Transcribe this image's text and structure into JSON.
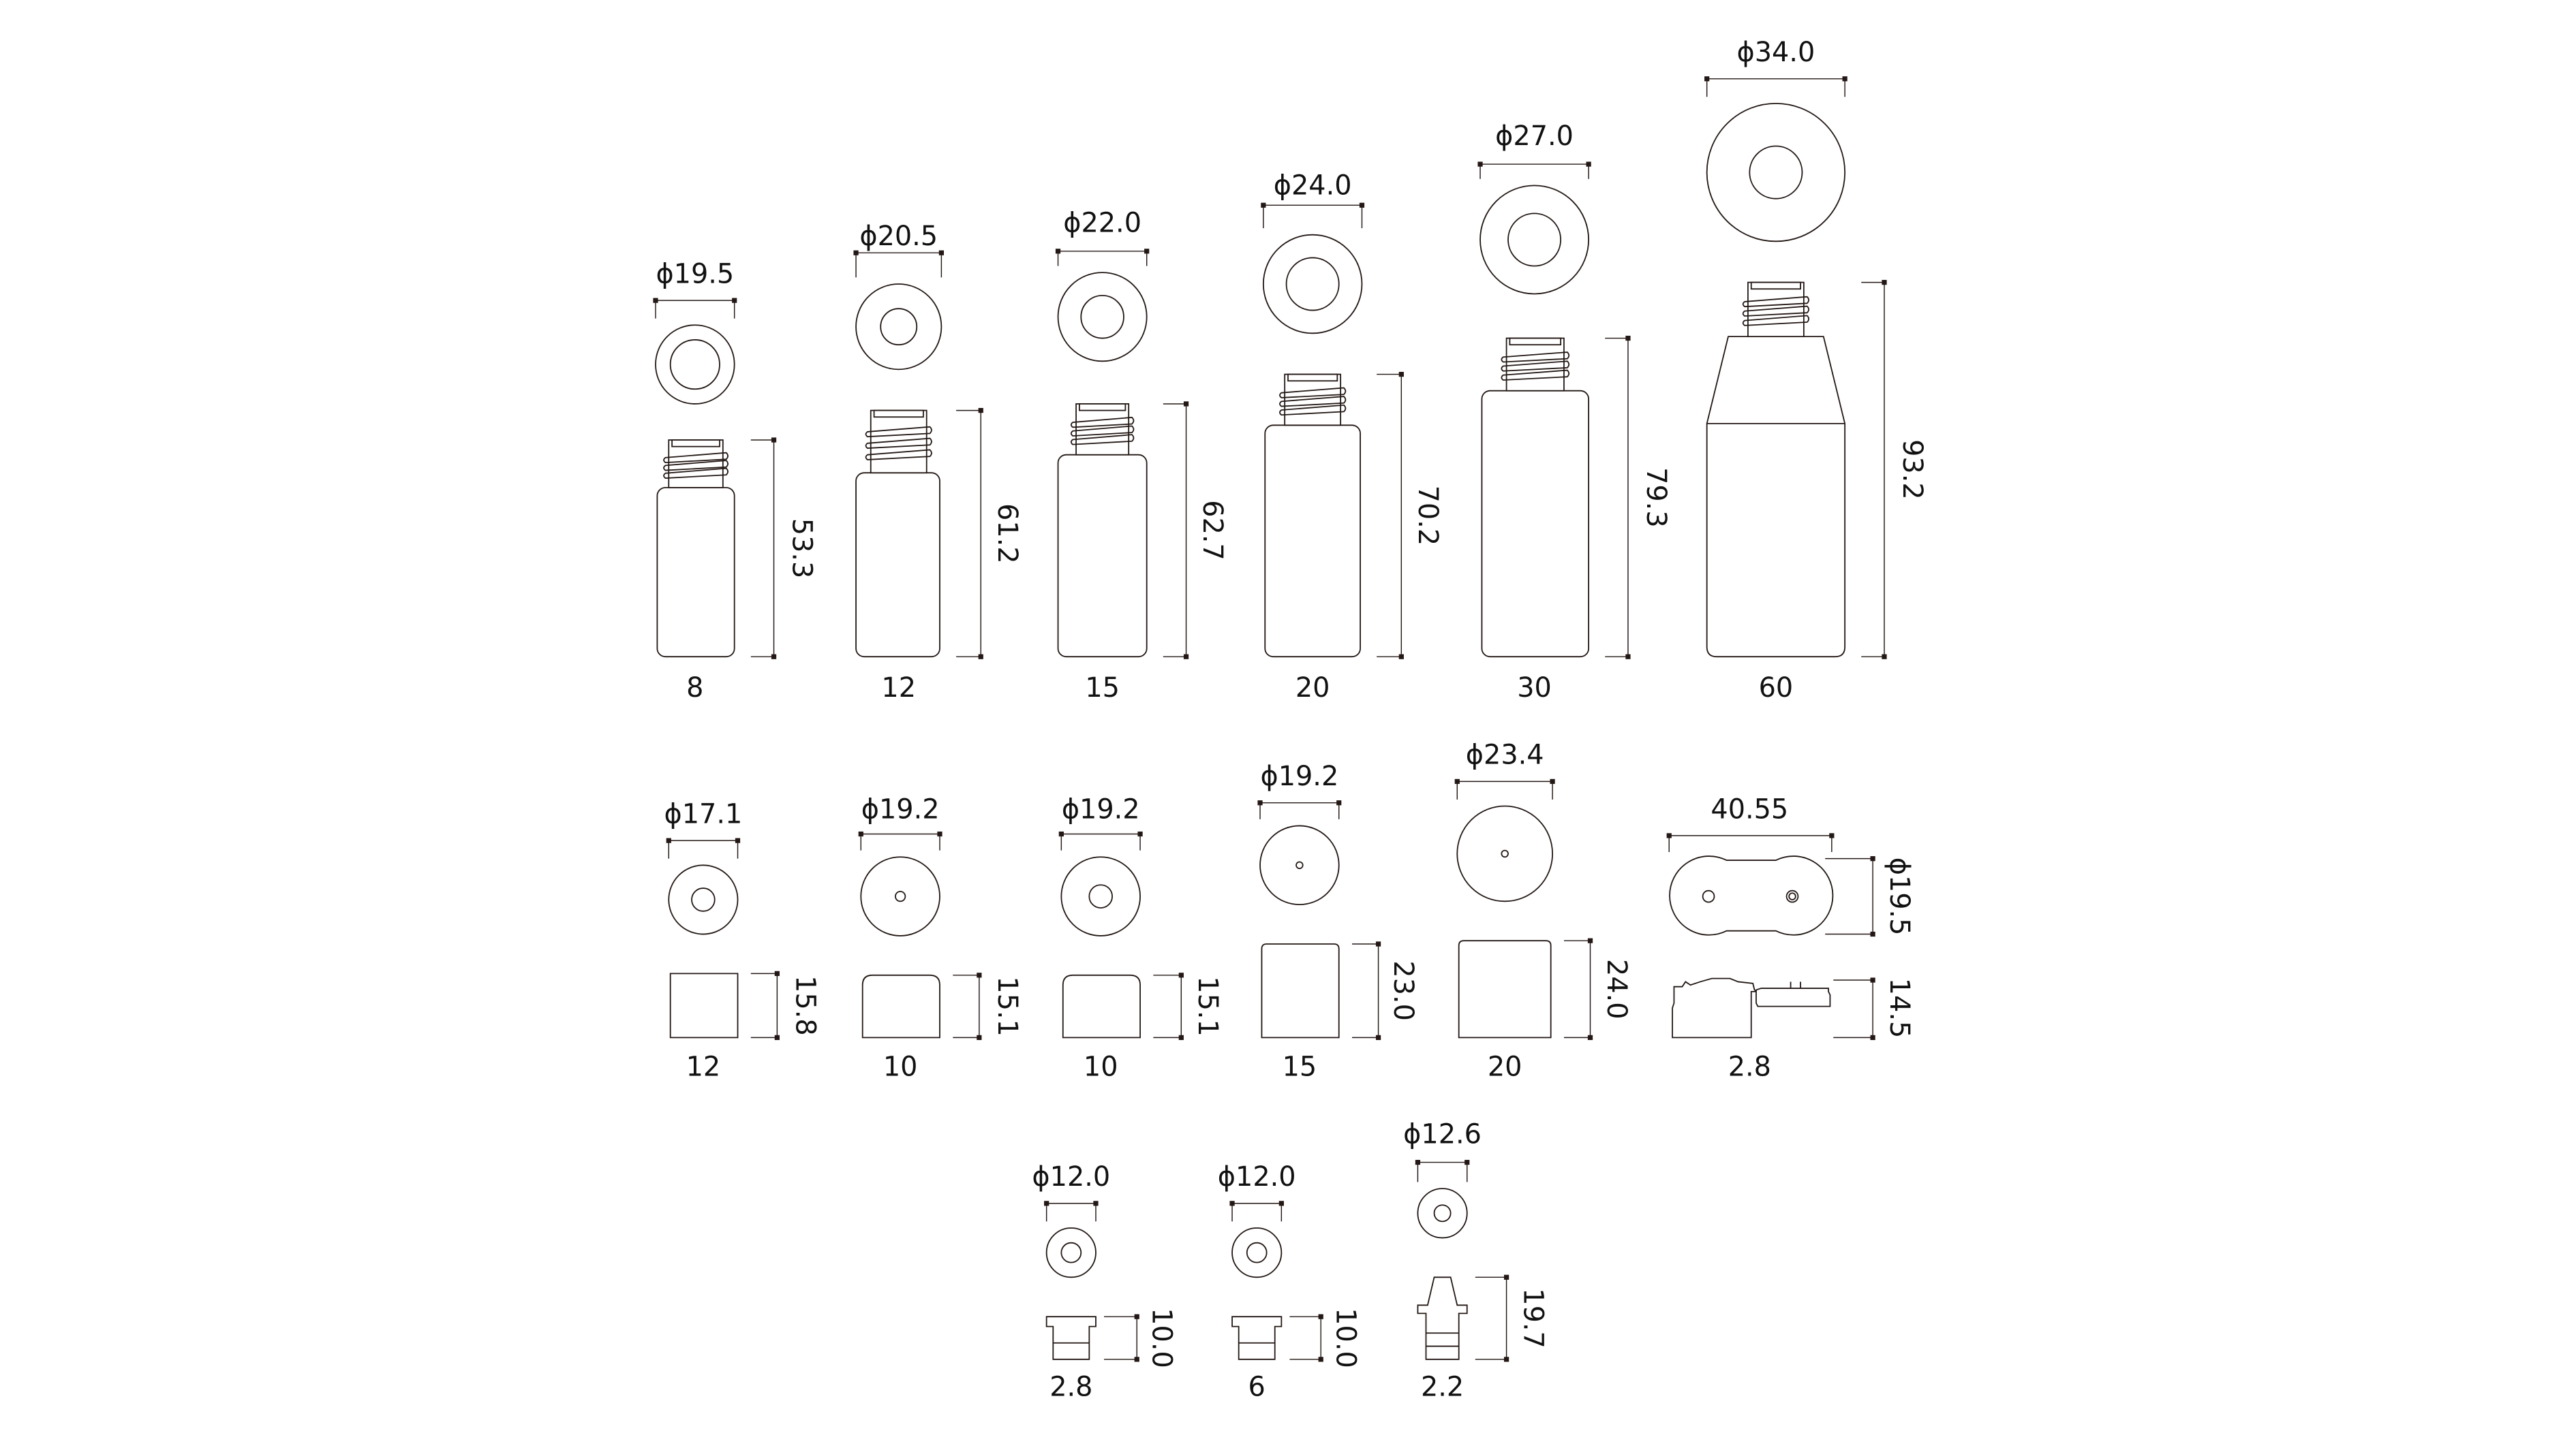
{
  "bottles": [
    {
      "capacity": "8",
      "diameter": "ϕ19.5",
      "height": "53.3"
    },
    {
      "capacity": "12",
      "diameter": "ϕ20.5",
      "height": "61.2"
    },
    {
      "capacity": "15",
      "diameter": "ϕ22.0",
      "height": "62.7"
    },
    {
      "capacity": "20",
      "diameter": "ϕ24.0",
      "height": "70.2"
    },
    {
      "capacity": "30",
      "diameter": "ϕ27.0",
      "height": "79.3"
    },
    {
      "capacity": "60",
      "diameter": "ϕ34.0",
      "height": "93.2"
    }
  ],
  "caps": [
    {
      "size": "12",
      "diameter": "ϕ17.1",
      "height": "15.8"
    },
    {
      "size": "10",
      "diameter": "ϕ19.2",
      "height": "15.1"
    },
    {
      "size": "10",
      "diameter": "ϕ19.2",
      "height": "15.1"
    },
    {
      "size": "15",
      "diameter": "ϕ19.2",
      "height": "23.0"
    },
    {
      "size": "20",
      "diameter": "ϕ23.4",
      "height": "24.0"
    }
  ],
  "double_cap": {
    "size": "2.8",
    "width": "40.55",
    "diameter": "ϕ19.5",
    "height": "14.5"
  },
  "plugs": [
    {
      "size": "2.8",
      "diameter": "ϕ12.0",
      "height": "10.0"
    },
    {
      "size": "6",
      "diameter": "ϕ12.0",
      "height": "10.0"
    },
    {
      "size": "2.2",
      "diameter": "ϕ12.6",
      "height": "19.7"
    }
  ]
}
